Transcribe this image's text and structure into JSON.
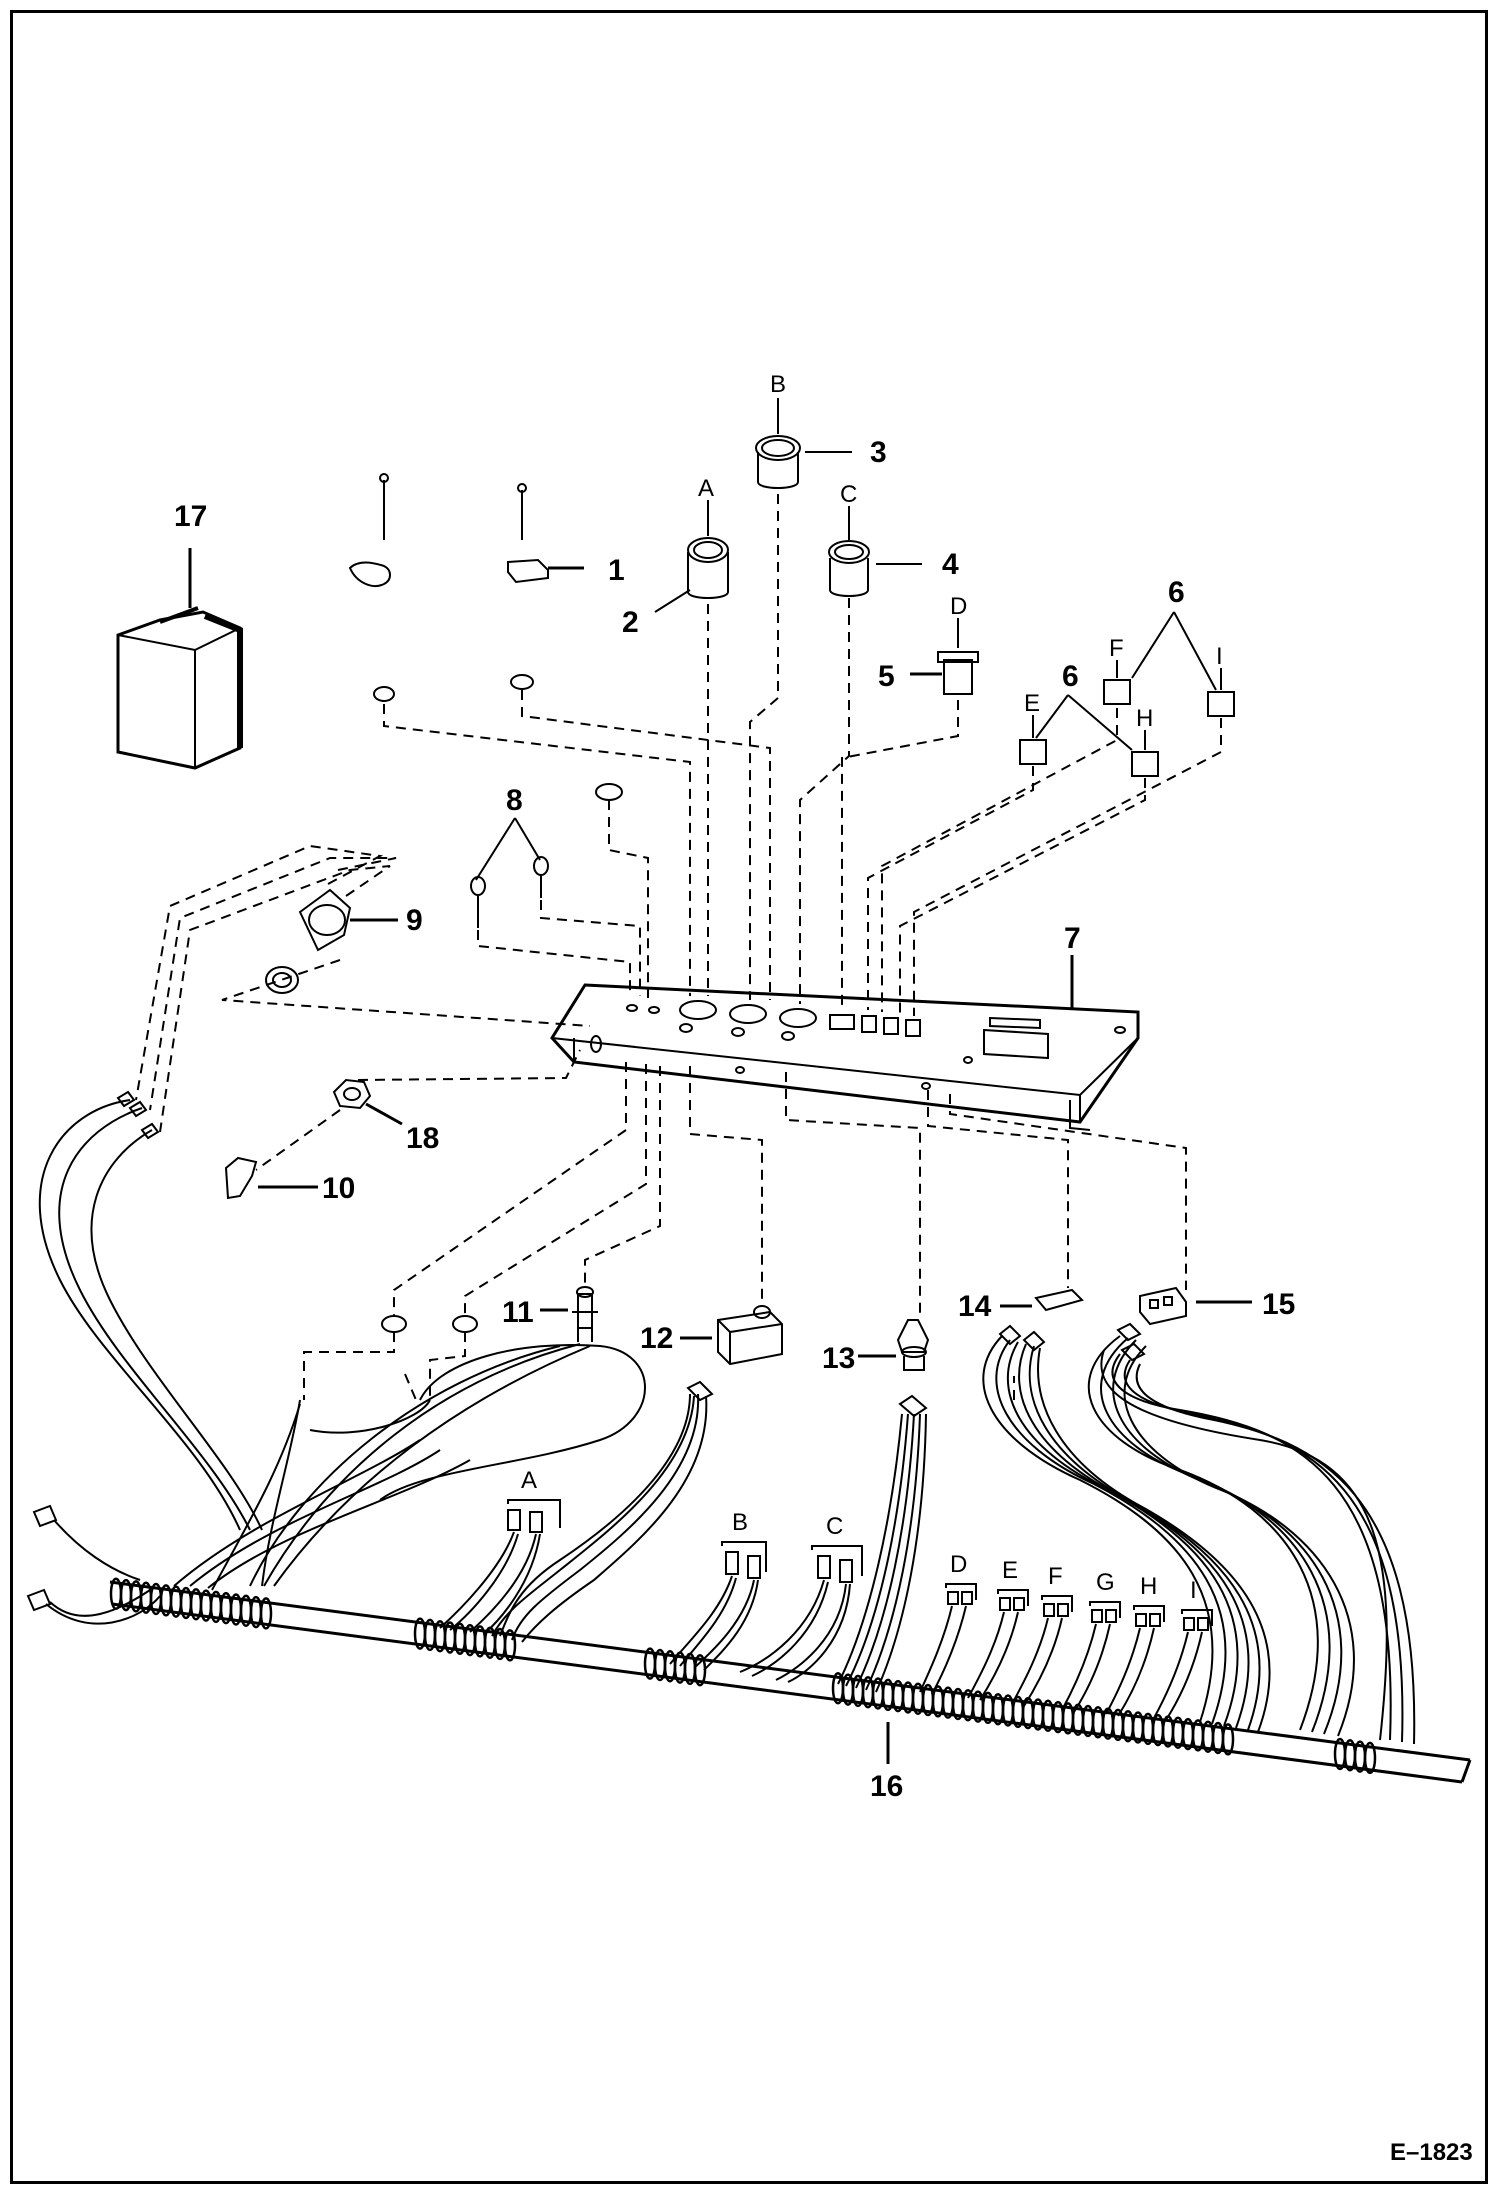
{
  "drawing_code": "E–1823",
  "callouts": [
    "1",
    "2",
    "3",
    "4",
    "5",
    "6",
    "6",
    "7",
    "8",
    "9",
    "10",
    "11",
    "12",
    "13",
    "14",
    "15",
    "16",
    "17",
    "18"
  ],
  "connector_letters": {
    "top": [
      "A",
      "B",
      "C",
      "D",
      "E",
      "F",
      "H",
      "I"
    ],
    "harness": [
      "A",
      "B",
      "C",
      "D",
      "E",
      "F",
      "G",
      "H",
      "I"
    ]
  }
}
